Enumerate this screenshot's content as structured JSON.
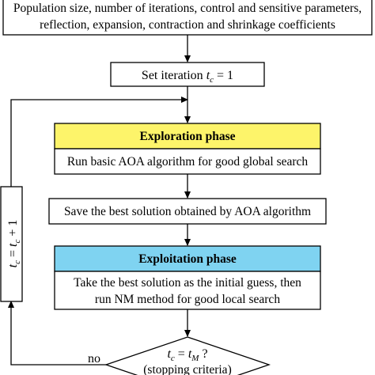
{
  "input_box": {
    "line1": "Population size, number of iterations, control and sensitive parameters,",
    "line2": "reflection, expansion, contraction and shrinkage coefficients"
  },
  "set_iteration": {
    "prefix": "Set iteration ",
    "var": "t",
    "sub": "c",
    "suffix": " = 1"
  },
  "exploration": {
    "header": "Exploration phase",
    "body": "Run basic AOA algorithm for good global search",
    "header_color": "#fdf46a"
  },
  "save_best": {
    "text": "Save the best solution obtained by AOA algorithm"
  },
  "exploitation": {
    "header": "Exploitation phase",
    "line1": "Take the best solution as the initial guess, then",
    "line2": "run NM method for good local search",
    "header_color": "#7fd3f1"
  },
  "decision": {
    "var": "t",
    "sub": "c",
    "eq": " = ",
    "var2": "t",
    "sub2": "M",
    "q": " ?",
    "line2": "(stopping criteria)",
    "no_label": "no"
  },
  "loop_box": {
    "lhs": "t",
    "lhs_sub": "c",
    "eq": " = ",
    "rhs": "t",
    "rhs_sub": "c",
    "plus": " + 1"
  }
}
